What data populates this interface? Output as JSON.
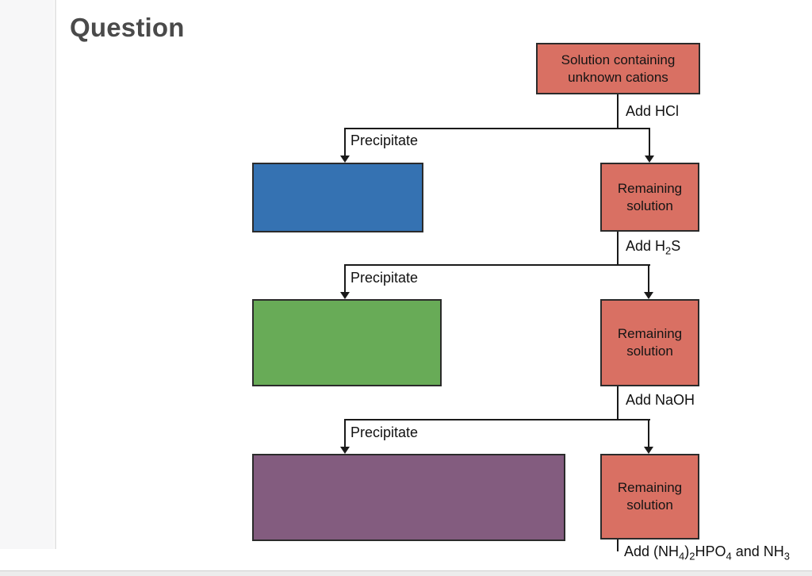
{
  "page": {
    "heading": "Question"
  },
  "diagram": {
    "colors": {
      "salmon": "#d97063",
      "blue": "#3572b2",
      "green": "#68ab57",
      "purple": "#835c7f",
      "line": "#1a1a1a",
      "node_border": "#2b2b2b"
    },
    "nodes": {
      "start": {
        "text": "Solution containing unknown cations"
      },
      "precipitate_hcl": {
        "text": ""
      },
      "remaining1": {
        "text": "Remaining solution"
      },
      "precipitate_h2s": {
        "text": ""
      },
      "remaining2": {
        "text": "Remaining solution"
      },
      "precipitate_naoh": {
        "text": ""
      },
      "remaining3": {
        "text": "Remaining solution"
      }
    },
    "edges": {
      "precipitate": "Precipitate",
      "hcl": {
        "label": "Add HCl"
      },
      "h2s": {
        "pre": "Add H",
        "sub": "2",
        "post": "S"
      },
      "naoh": {
        "label": "Add NaOH"
      },
      "phosphate": {
        "p0": "Add (NH",
        "s0": "4",
        "p1": ")",
        "s1": "2",
        "p2": "HPO",
        "s2": "4",
        "p3": " and NH",
        "s3": "3"
      }
    }
  }
}
